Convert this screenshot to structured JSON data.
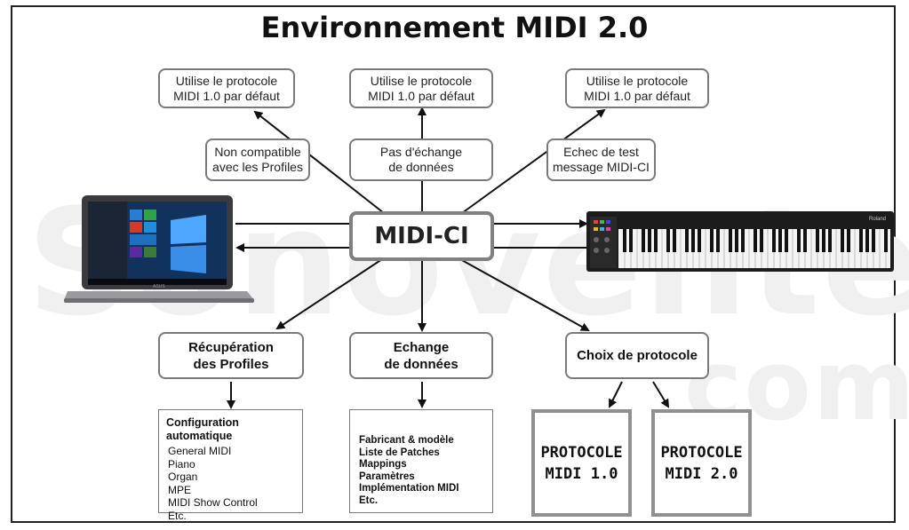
{
  "title": "Environnement MIDI 2.0",
  "watermark": {
    "line1": "Sonovente",
    "line2": "com"
  },
  "top_boxes": [
    {
      "label": "Utilise le protocole\nMIDI 1.0 par défaut"
    },
    {
      "label": "Utilise le protocole\nMIDI 1.0 par défaut"
    },
    {
      "label": "Utilise le protocole\nMIDI 1.0 par défaut"
    }
  ],
  "mid_boxes": [
    {
      "label": "Non compatible\navec les Profiles"
    },
    {
      "label": "Pas d'échange\nde données"
    },
    {
      "label": "Echec de test\nmessage MIDI-CI"
    }
  ],
  "center": {
    "label": "MIDI-CI"
  },
  "devices": {
    "left": "laptop",
    "right": "midi-keyboard",
    "laptop_brand": "ASUS",
    "keyboard_brand": "Roland"
  },
  "bottom_boxes": [
    {
      "label": "Récupération\ndes Profiles"
    },
    {
      "label": "Echange\nde données"
    },
    {
      "label": "Choix de protocole"
    }
  ],
  "profiles_list": {
    "title": "Configuration automatique",
    "items": [
      "General MIDI",
      "Piano",
      "Organ",
      "MPE",
      "MIDI Show Control",
      "Etc."
    ]
  },
  "data_list": {
    "items": [
      "Fabricant & modèle",
      "Liste de Patches",
      "Mappings",
      "Paramètres",
      "Implémentation MIDI",
      "Etc."
    ]
  },
  "protocols": [
    {
      "label": "PROTOCOLE\nMIDI 1.0"
    },
    {
      "label": "PROTOCOLE\nMIDI 2.0"
    }
  ],
  "colors": {
    "border": "#7a7a7a",
    "arrow": "#111111",
    "watermark": "#f0f0f0"
  }
}
